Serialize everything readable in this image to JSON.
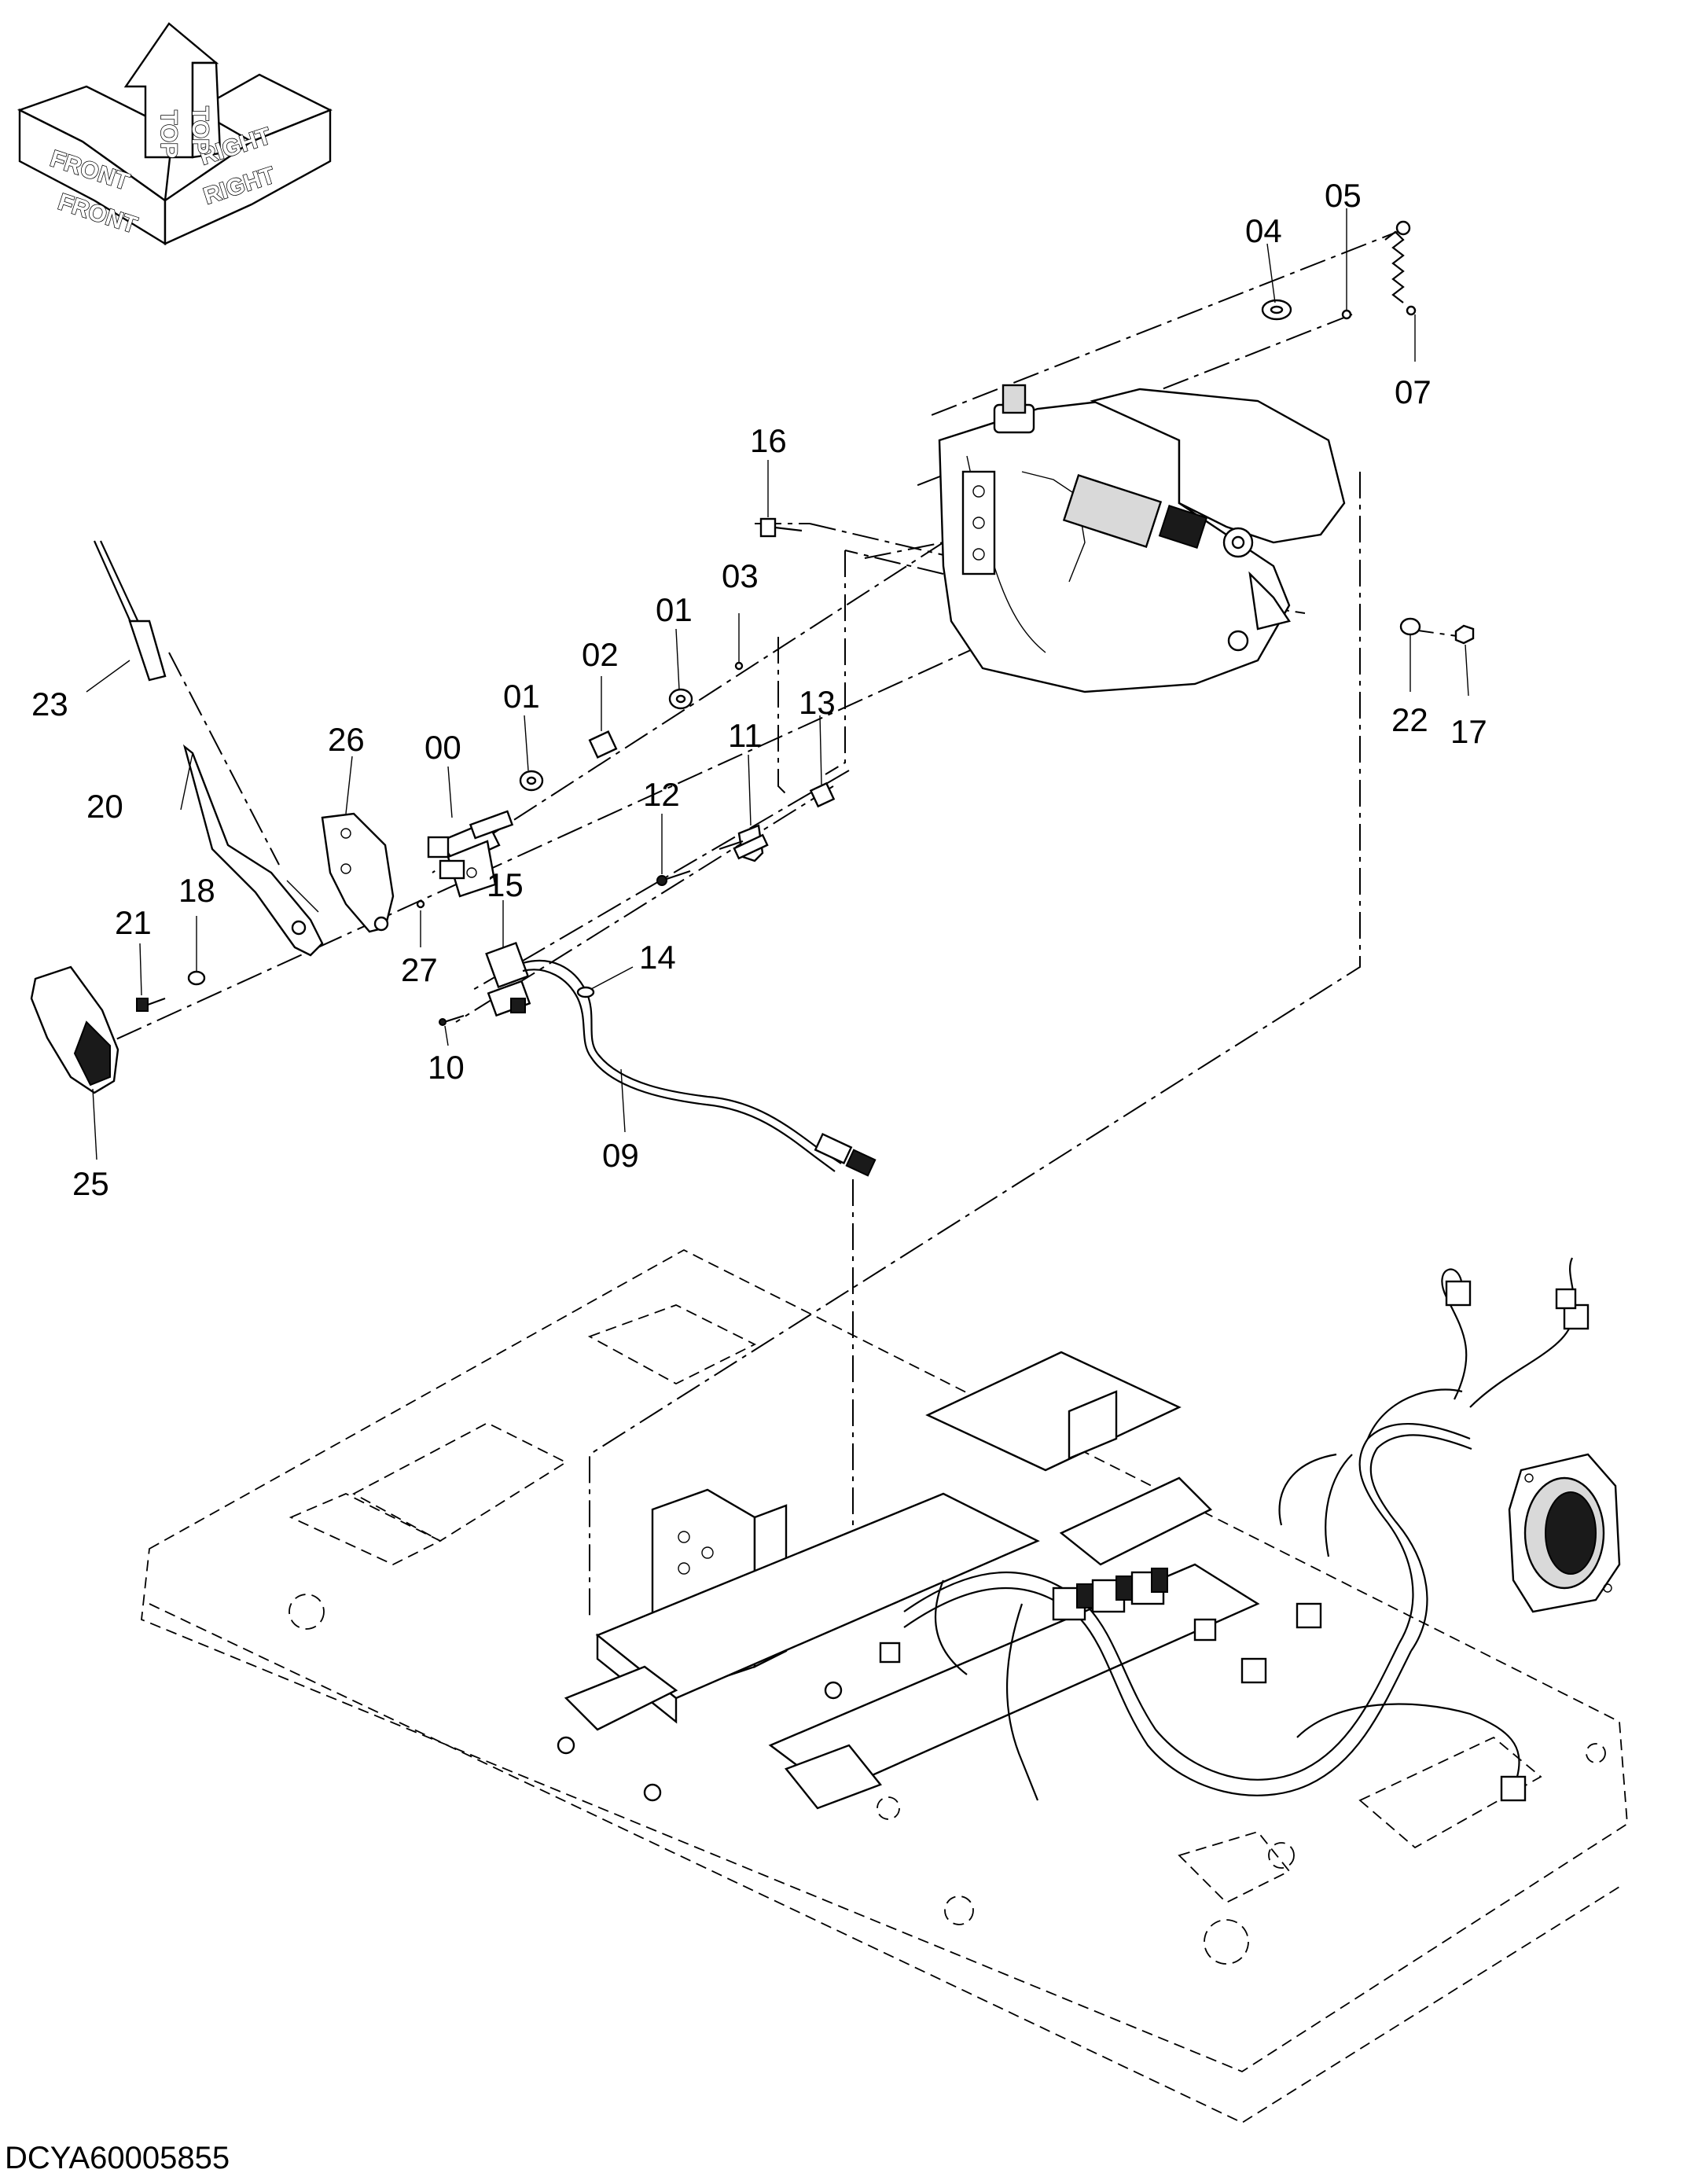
{
  "orientation": {
    "top": "TOP",
    "front": "FRONT",
    "right": "RIGHT"
  },
  "labels": {
    "p00": "00",
    "p01a": "01",
    "p01b": "01",
    "p02": "02",
    "p03": "03",
    "p04": "04",
    "p05": "05",
    "p07": "07",
    "p09": "09",
    "p10": "10",
    "p11": "11",
    "p12": "12",
    "p13": "13",
    "p14": "14",
    "p15": "15",
    "p16": "16",
    "p17": "17",
    "p18": "18",
    "p20": "20",
    "p21": "21",
    "p22": "22",
    "p23": "23",
    "p25": "25",
    "p26": "26",
    "p27": "27"
  },
  "doc_code": "DCYA60005855"
}
